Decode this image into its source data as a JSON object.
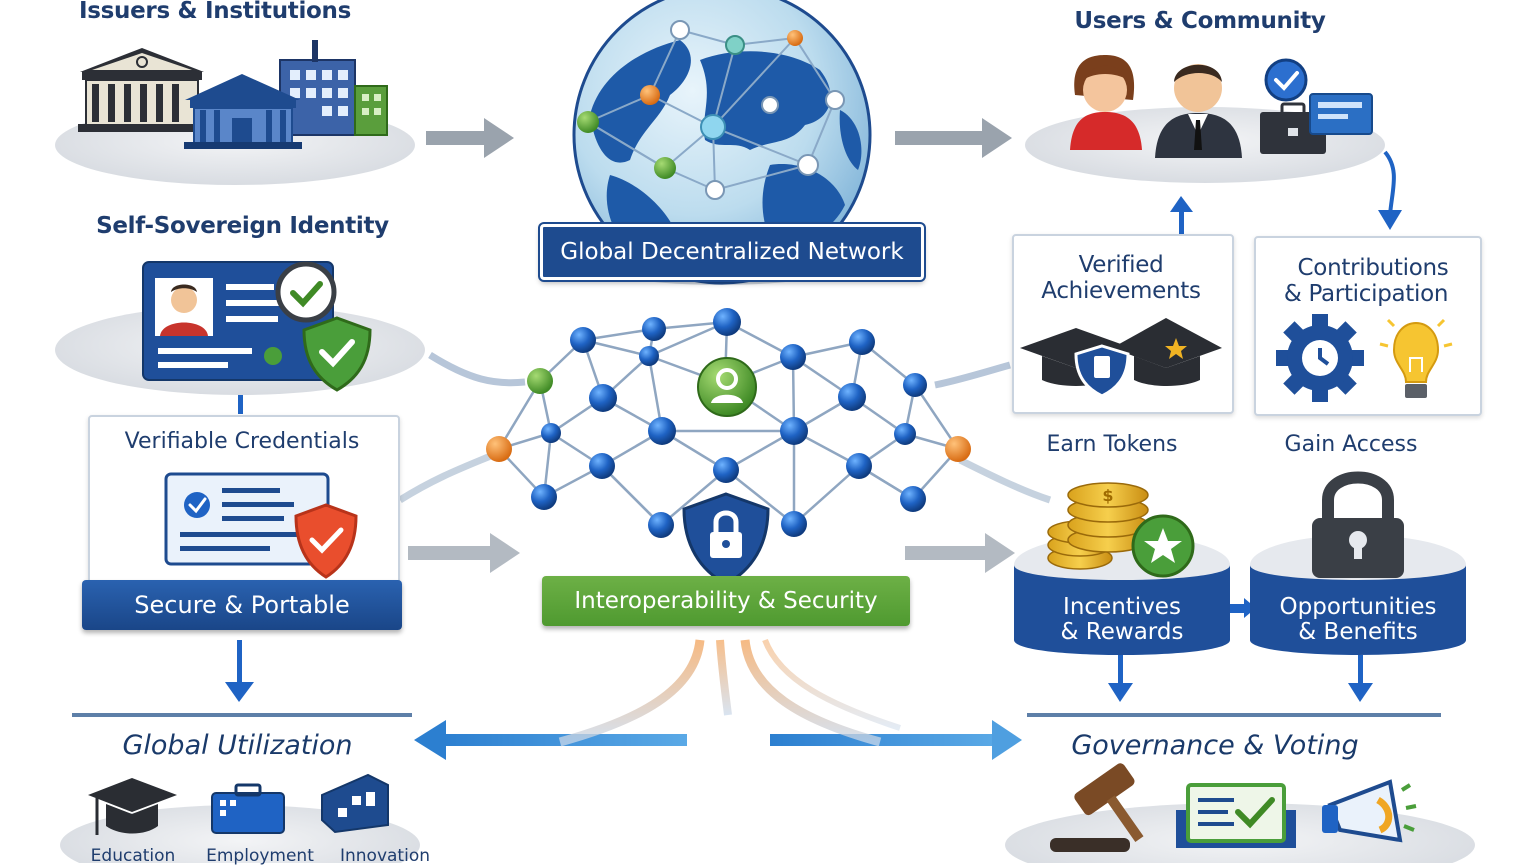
{
  "issuers": {
    "title": "Issuers & Institutions"
  },
  "network": {
    "banner": "Global Decentralized Network"
  },
  "users": {
    "title": "Users & Community"
  },
  "ssi": {
    "title": "Self-Sovereign Identity"
  },
  "credentials": {
    "title": "Verifiable Credentials",
    "banner": "Secure & Portable"
  },
  "interop": {
    "banner": "Interoperability & Security"
  },
  "achievements": {
    "title_line1": "Verified",
    "title_line2": "Achievements"
  },
  "contributions": {
    "title_line1": "Contributions",
    "title_line2": "& Participation"
  },
  "tokens": {
    "title": "Earn Tokens",
    "banner_line1": "Incentives",
    "banner_line2": "& Rewards"
  },
  "access": {
    "title": "Gain Access",
    "banner_line1": "Opportunities",
    "banner_line2": "& Benefits"
  },
  "utilization": {
    "title": "Global Utilization",
    "items": [
      {
        "label": "Education",
        "icon": "graduation-cap-icon"
      },
      {
        "label": "Employment",
        "icon": "briefcase-icon"
      },
      {
        "label": "Innovation",
        "icon": "innovation-icon"
      }
    ]
  },
  "governance": {
    "title": "Governance & Voting"
  },
  "colors": {
    "navy": "#1e4b8f",
    "green": "#5a9e3c",
    "orange": "#e8842a",
    "arrow_gray": "#9aa3ad",
    "text": "#1f3d6e"
  }
}
